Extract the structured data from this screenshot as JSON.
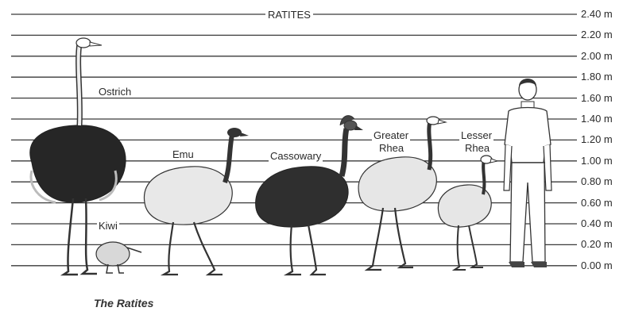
{
  "title": "RATITES",
  "caption": "The Ratites",
  "scale": {
    "unit": "m",
    "ticks": [
      "2.40 m",
      "2.20 m",
      "2.00 m",
      "1.80 m",
      "1.60 m",
      "1.40 m",
      "1.20 m",
      "1.00 m",
      "0.80 m",
      "0.60 m",
      "0.40 m",
      "0.20 m",
      "0.00 m"
    ]
  },
  "birds": {
    "ostrich": "Ostrich",
    "kiwi": "Kiwi",
    "emu": "Emu",
    "cassowary": "Cassowary",
    "greater_rhea_1": "Greater",
    "greater_rhea_2": "Rhea",
    "lesser_rhea_1": "Lesser",
    "lesser_rhea_2": "Rhea"
  },
  "colors": {
    "line": "#3a3a3a",
    "dark_plumage": "#2b2b2b",
    "light_plumage": "#e6e6e6",
    "outline": "#333333"
  }
}
